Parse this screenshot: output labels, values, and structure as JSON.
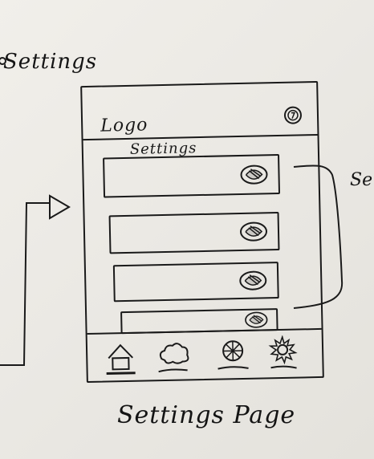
{
  "captions": {
    "top": "Settings",
    "side": "Se",
    "bottom": "Settings Page"
  },
  "app": {
    "logo": "Logo",
    "screen_title": "Settings"
  },
  "settings_rows": [
    {
      "toggle_icon": "toggle-icon"
    },
    {
      "toggle_icon": "toggle-icon"
    },
    {
      "toggle_icon": "toggle-icon"
    },
    {
      "toggle_icon": "toggle-icon"
    }
  ],
  "nav": {
    "items": [
      {
        "icon": "home-icon"
      },
      {
        "icon": "cloud-icon"
      },
      {
        "icon": "wheel-icon"
      },
      {
        "icon": "gear-icon"
      }
    ]
  },
  "colors": {
    "paper": "#ECEAE5",
    "ink": "#1a1a1a"
  }
}
